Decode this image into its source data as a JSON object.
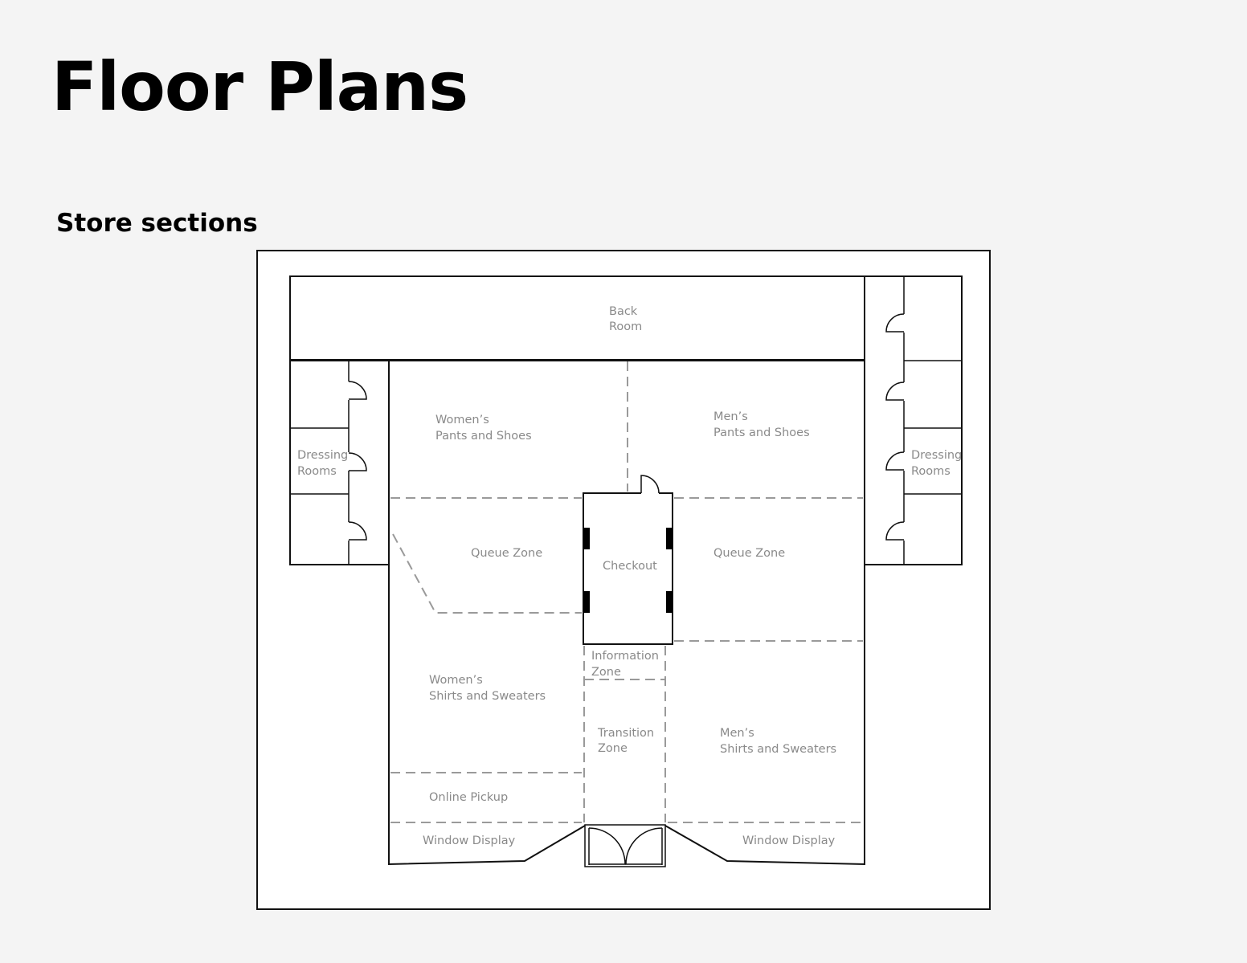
{
  "title": "Floor Plans",
  "subtitle": "Store sections",
  "colors": {
    "background": "#f4f4f4",
    "plan_fill": "#ffffff",
    "wall": "#111111",
    "zone_divider": "#9a9a9a",
    "label": "#8a8a8a"
  },
  "rooms": {
    "back_room": [
      "Back",
      "Room"
    ],
    "dressing_rooms_left": [
      "Dressing",
      "Rooms"
    ],
    "dressing_rooms_right": [
      "Dressing",
      "Rooms"
    ],
    "womens_pants": [
      "Women’s",
      "Pants and Shoes"
    ],
    "mens_pants": [
      "Men’s",
      "Pants and Shoes"
    ],
    "queue_zone_left": [
      "Queue Zone"
    ],
    "queue_zone_right": [
      "Queue Zone"
    ],
    "checkout": [
      "Checkout"
    ],
    "information_zone": [
      "Information",
      "Zone"
    ],
    "transition_zone": [
      "Transition",
      "Zone"
    ],
    "womens_shirts": [
      "Women’s",
      "Shirts and Sweaters"
    ],
    "mens_shirts": [
      "Men’s",
      "Shirts and Sweaters"
    ],
    "online_pickup": [
      "Online Pickup"
    ],
    "window_display_left": [
      "Window Display"
    ],
    "window_display_right": [
      "Window Display"
    ]
  }
}
